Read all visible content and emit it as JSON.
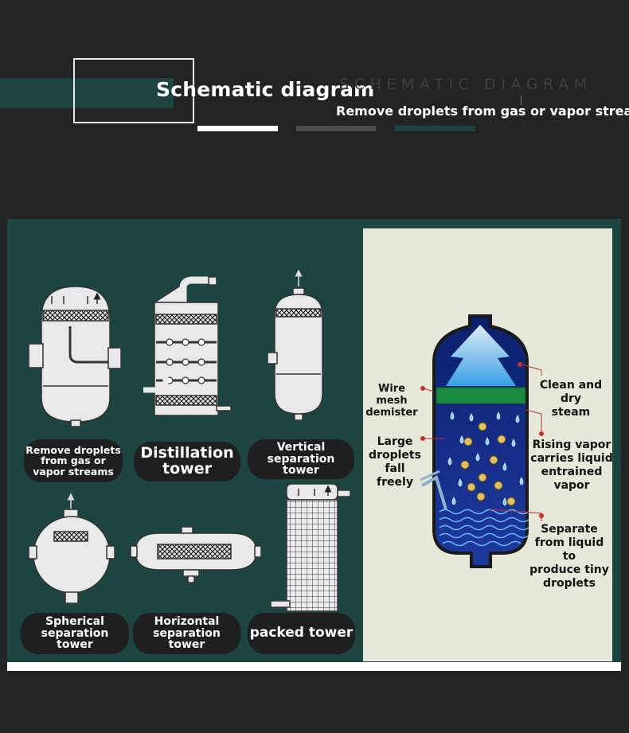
{
  "header": {
    "title": "Schematic diagram",
    "ghost_title": "SCHEMATIC DIAGRAM",
    "subtitle": "Remove droplets from gas or vapor streams",
    "bar_colors": [
      "#ffffff",
      "#4b4b4b",
      "#1c4541"
    ]
  },
  "colors": {
    "background": "#232323",
    "teal": "#1c4541",
    "right_panel": "#e7e8d9",
    "label_pill": "#1f1f1f",
    "annotation_dot": "#c0322e"
  },
  "equipment": [
    {
      "label_lines": [
        "Remove droplets",
        "from gas or",
        "vapor streams"
      ]
    },
    {
      "label_lines": [
        "Distillation",
        "tower"
      ]
    },
    {
      "label_lines": [
        "Vertical",
        "separation",
        "tower"
      ]
    },
    {
      "label_lines": [
        "Spherical",
        "separation",
        "tower"
      ]
    },
    {
      "label_lines": [
        "Horizontal",
        "separation",
        "tower"
      ]
    },
    {
      "label_lines": [
        "packed tower"
      ]
    }
  ],
  "schematic": {
    "annotations": {
      "wire_mesh": [
        "Wire mesh",
        "demister"
      ],
      "large_droplets": [
        "Large",
        "droplets fall",
        "freely"
      ],
      "clean_dry": [
        "Clean and dry",
        "steam"
      ],
      "rising_vapor": [
        "Rising vapor",
        "carries liquid",
        "entrained",
        "vapor"
      ],
      "separate": [
        "Separate",
        "from liquid to",
        "produce tiny",
        "droplets"
      ]
    }
  }
}
